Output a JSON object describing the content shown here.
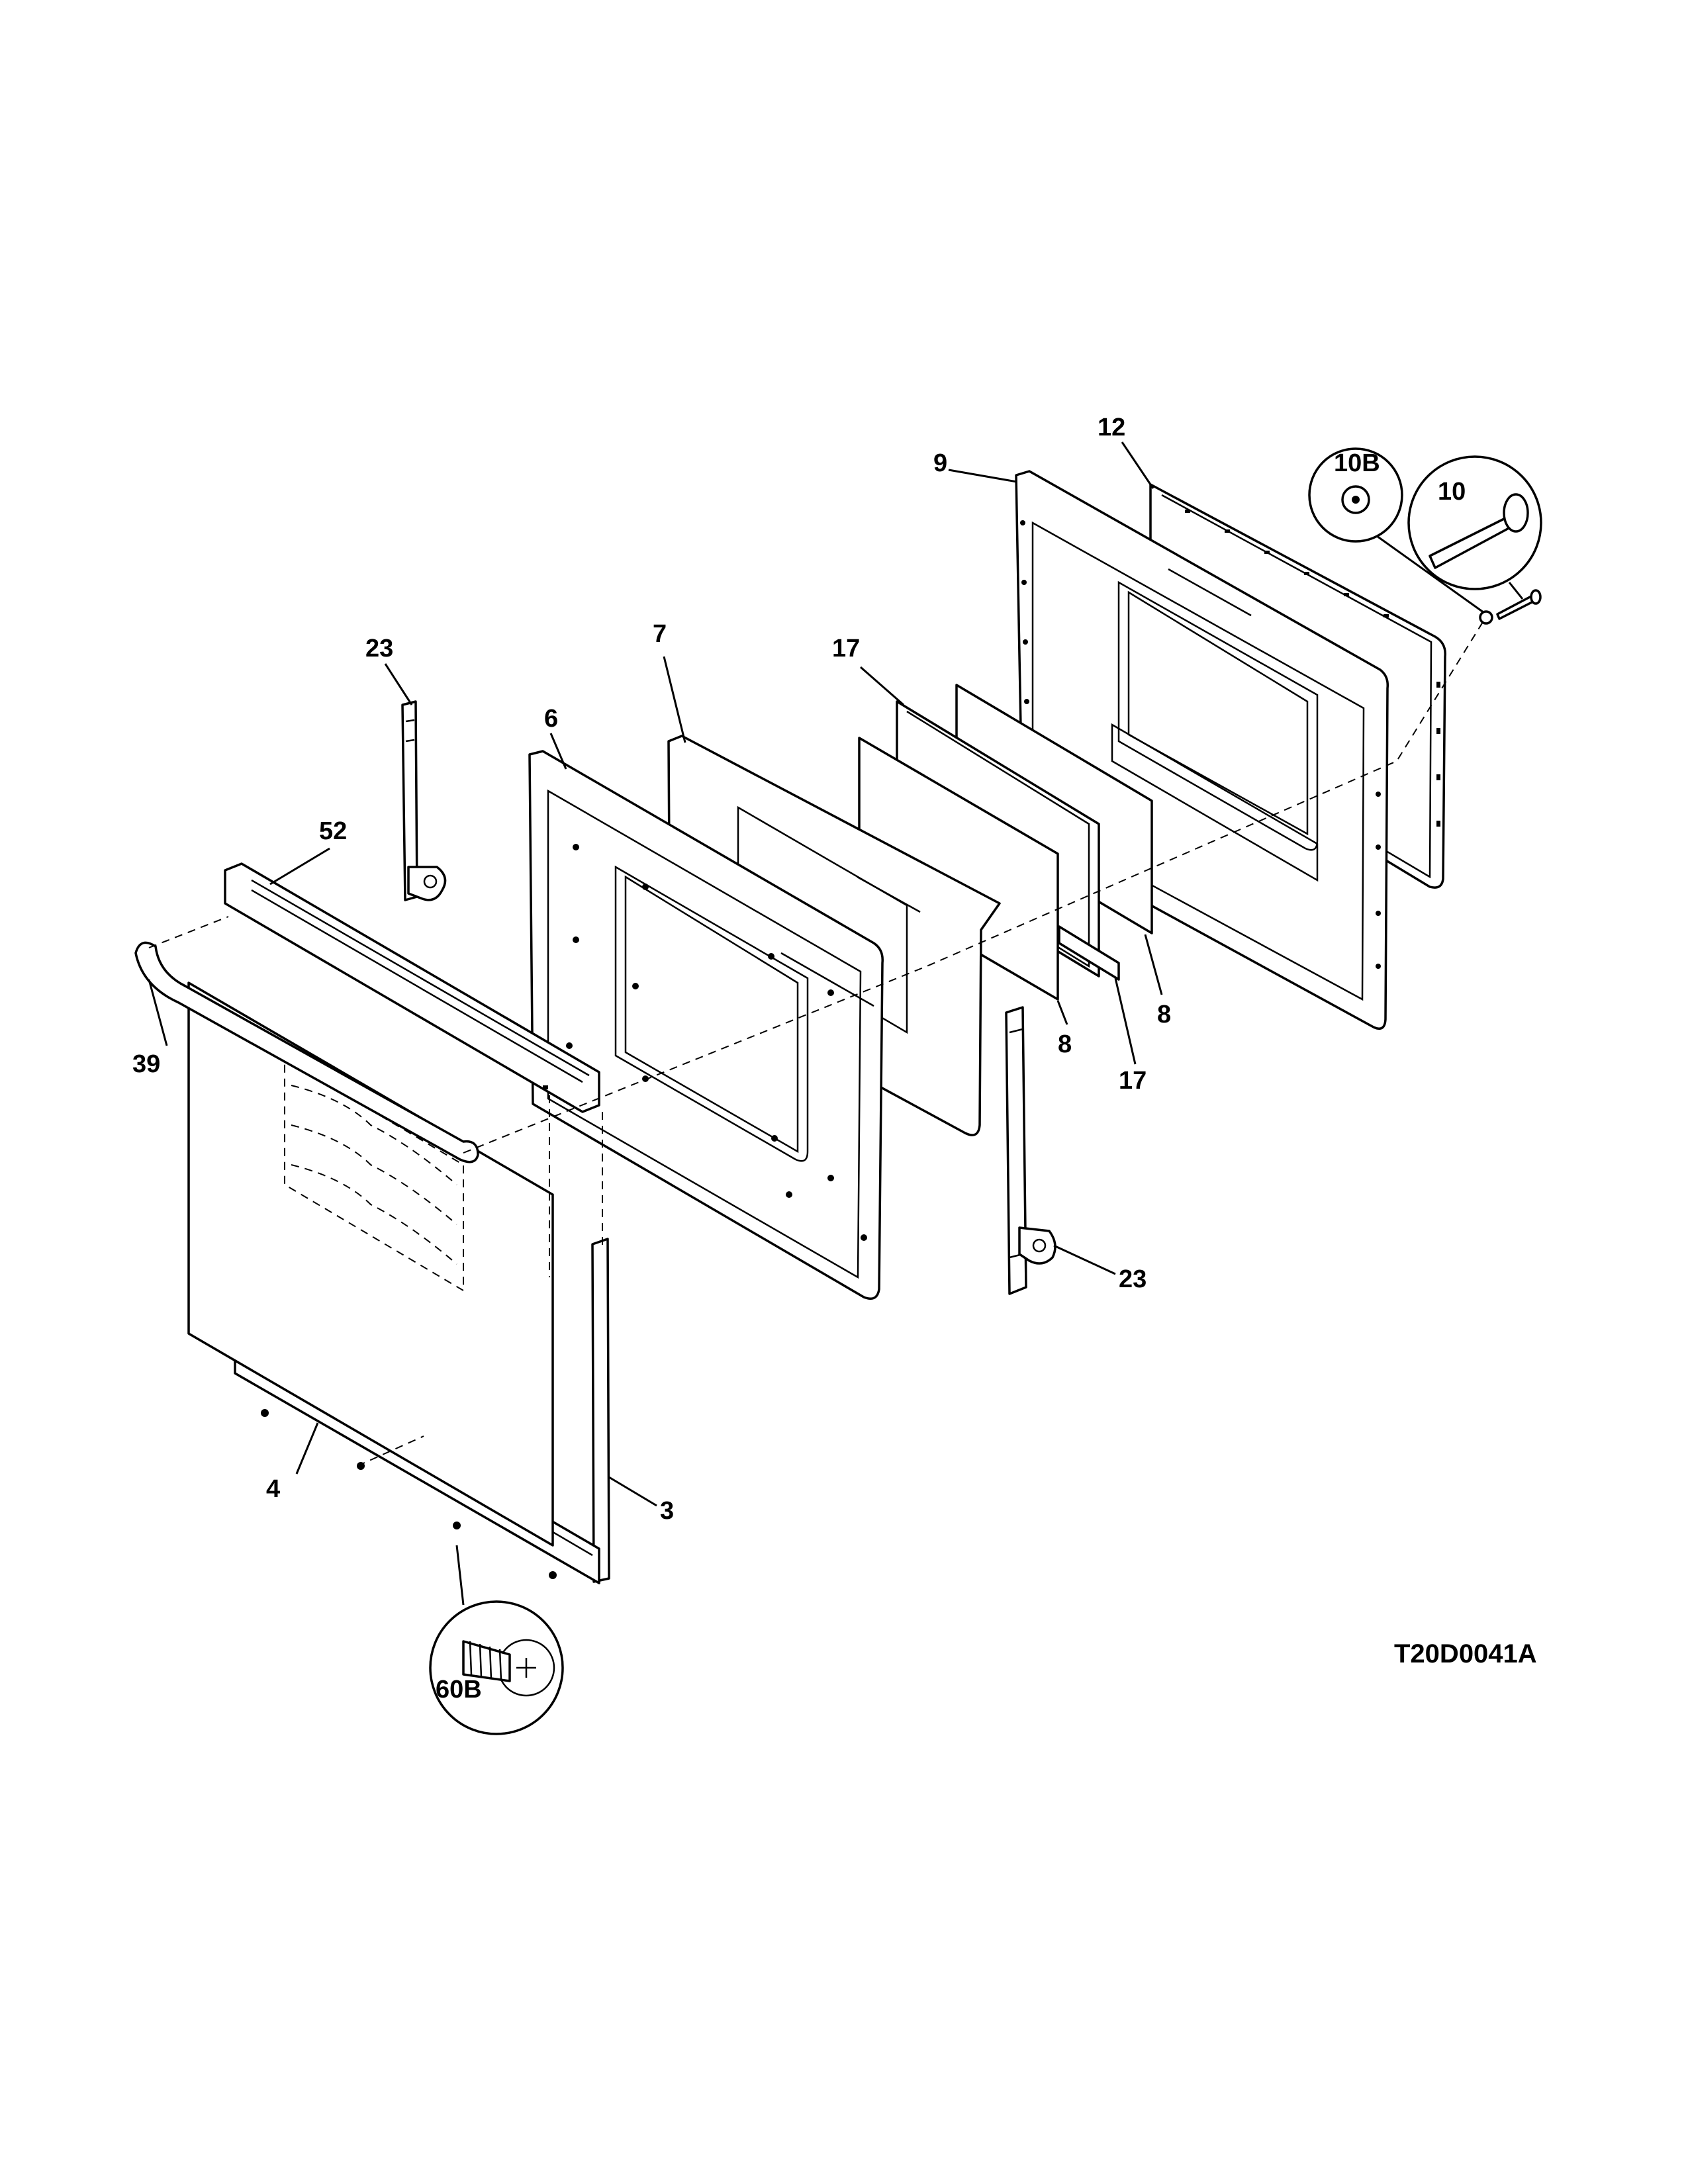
{
  "diagram": {
    "drawing_number": "T20D0041A",
    "callouts": {
      "c3": "3",
      "c4": "4",
      "c6": "6",
      "c7": "7",
      "c8a": "8",
      "c8b": "8",
      "c9": "9",
      "c10": "10",
      "c10b": "10B",
      "c12": "12",
      "c17a": "17",
      "c17b": "17",
      "c23a": "23",
      "c23b": "23",
      "c39": "39",
      "c52": "52",
      "c60b": "60B"
    }
  }
}
